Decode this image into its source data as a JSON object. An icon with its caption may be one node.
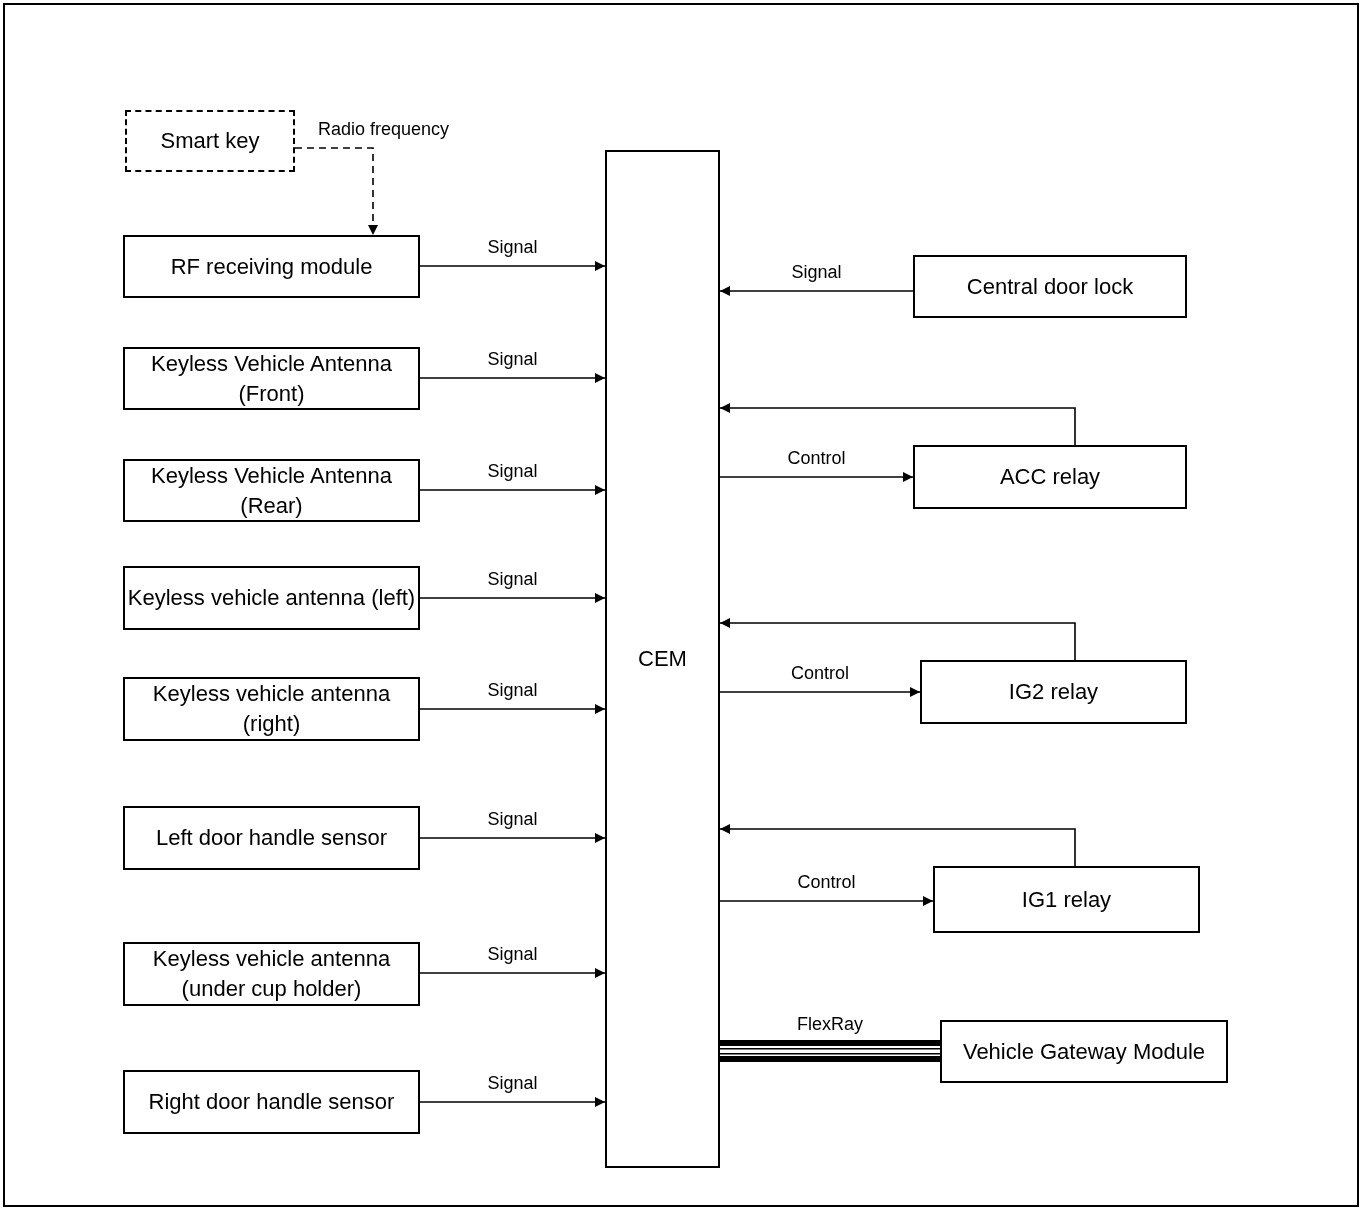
{
  "diagram": {
    "nodes": [
      {
        "text": [
          "Smart key"
        ]
      },
      {
        "text": [
          "RF receiving module"
        ]
      },
      {
        "text": [
          "Keyless Vehicle Antenna (Front)"
        ]
      },
      {
        "text": [
          "Keyless Vehicle Antenna (Rear)"
        ]
      },
      {
        "text": [
          "Keyless vehicle antenna (left)"
        ]
      },
      {
        "text": [
          "Keyless vehicle antenna (right)"
        ]
      },
      {
        "text": [
          "Left door handle sensor"
        ]
      },
      {
        "text": [
          "Keyless vehicle antenna (under cup holder)"
        ]
      },
      {
        "text": [
          "Right door handle sensor"
        ]
      },
      {
        "text": [
          "CEM"
        ]
      },
      {
        "text": [
          "Central door lock"
        ]
      },
      {
        "text": [
          "ACC relay"
        ]
      },
      {
        "text": [
          "IG2 relay"
        ]
      },
      {
        "text": [
          "IG1 relay"
        ]
      },
      {
        "text": [
          "Vehicle Gateway Module"
        ]
      }
    ],
    "edges": [
      {
        "from": 0,
        "to": 1,
        "arrow": "to",
        "label": "Radio frequency",
        "style": "dashed"
      },
      {
        "from": 1,
        "to": 9,
        "arrow": "to",
        "label": "Signal"
      },
      {
        "from": 2,
        "to": 9,
        "arrow": "to",
        "label": "Signal"
      },
      {
        "from": 3,
        "to": 9,
        "arrow": "to",
        "label": "Signal"
      },
      {
        "from": 4,
        "to": 9,
        "arrow": "to",
        "label": "Signal"
      },
      {
        "from": 5,
        "to": 9,
        "arrow": "to",
        "label": "Signal"
      },
      {
        "from": 6,
        "to": 9,
        "arrow": "to",
        "label": "Signal"
      },
      {
        "from": 7,
        "to": 9,
        "arrow": "to",
        "label": "Signal"
      },
      {
        "from": 8,
        "to": 9,
        "arrow": "to",
        "label": "Signal"
      },
      {
        "from": 10,
        "to": 9,
        "arrow": "to",
        "label": "Signal"
      },
      {
        "from": 9,
        "to": 11,
        "arrow": "to",
        "label": "Control"
      },
      {
        "from": 11,
        "to": 9,
        "arrow": "to"
      },
      {
        "from": 9,
        "to": 12,
        "arrow": "to",
        "label": "Control"
      },
      {
        "from": 12,
        "to": 9,
        "arrow": "to"
      },
      {
        "from": 9,
        "to": 13,
        "arrow": "to",
        "label": "Control"
      },
      {
        "from": 13,
        "to": 9,
        "arrow": "to"
      },
      {
        "from": 9,
        "to": 14,
        "arrow": "none",
        "label": "FlexRay",
        "style": "thick"
      }
    ]
  }
}
